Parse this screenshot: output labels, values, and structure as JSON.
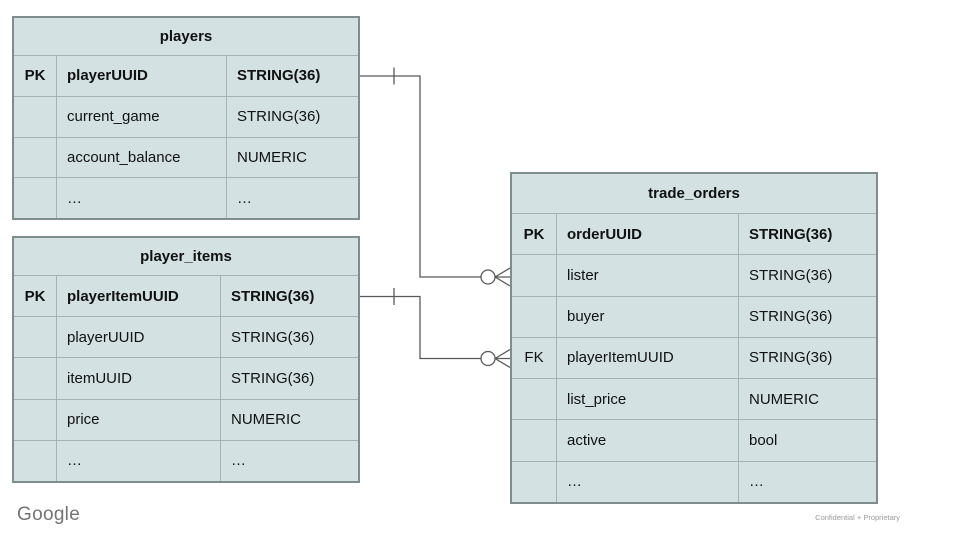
{
  "footer": {
    "brand": "Google",
    "confidential": "Confidential + Proprietary"
  },
  "colors": {
    "table_fill": "#d3e1e3",
    "table_border_outer": "#7e8d8e",
    "table_border_inner": "#a3b2b4",
    "connector": "#595959",
    "text": "#111111",
    "brand_gray": "#747474",
    "footer_gray": "#9a9a9a"
  },
  "diagram": {
    "tables": [
      {
        "id": "players",
        "title": "players",
        "rows": [
          {
            "key": "PK",
            "name": "playerUUID",
            "type": "STRING(36)",
            "bold": true
          },
          {
            "key": "",
            "name": "current_game",
            "type": "STRING(36)"
          },
          {
            "key": "",
            "name": "account_balance",
            "type": "NUMERIC"
          },
          {
            "key": "",
            "name": "…",
            "type": "…"
          }
        ]
      },
      {
        "id": "player_items",
        "title": "player_items",
        "rows": [
          {
            "key": "PK",
            "name": "playerItemUUID",
            "type": "STRING(36)",
            "bold": true
          },
          {
            "key": "",
            "name": "playerUUID",
            "type": "STRING(36)"
          },
          {
            "key": "",
            "name": "itemUUID",
            "type": "STRING(36)"
          },
          {
            "key": "",
            "name": "price",
            "type": "NUMERIC"
          },
          {
            "key": "",
            "name": "…",
            "type": "…"
          }
        ]
      },
      {
        "id": "trade_orders",
        "title": "trade_orders",
        "rows": [
          {
            "key": "PK",
            "name": "orderUUID",
            "type": "STRING(36)",
            "bold": true
          },
          {
            "key": "",
            "name": "lister",
            "type": "STRING(36)"
          },
          {
            "key": "",
            "name": "buyer",
            "type": "STRING(36)"
          },
          {
            "key": "FK",
            "name": "playerItemUUID",
            "type": "STRING(36)"
          },
          {
            "key": "",
            "name": "list_price",
            "type": "NUMERIC"
          },
          {
            "key": "",
            "name": "active",
            "type": "bool"
          },
          {
            "key": "",
            "name": "…",
            "type": "…"
          }
        ]
      }
    ],
    "relationships": [
      {
        "from_table": "players",
        "from_field": "playerUUID",
        "to_table": "trade_orders",
        "to_field": "lister",
        "from_cardinality": "one",
        "to_cardinality": "zero-or-many"
      },
      {
        "from_table": "player_items",
        "from_field": "playerItemUUID",
        "to_table": "trade_orders",
        "to_field": "playerItemUUID",
        "from_cardinality": "one",
        "to_cardinality": "zero-or-many"
      }
    ]
  }
}
